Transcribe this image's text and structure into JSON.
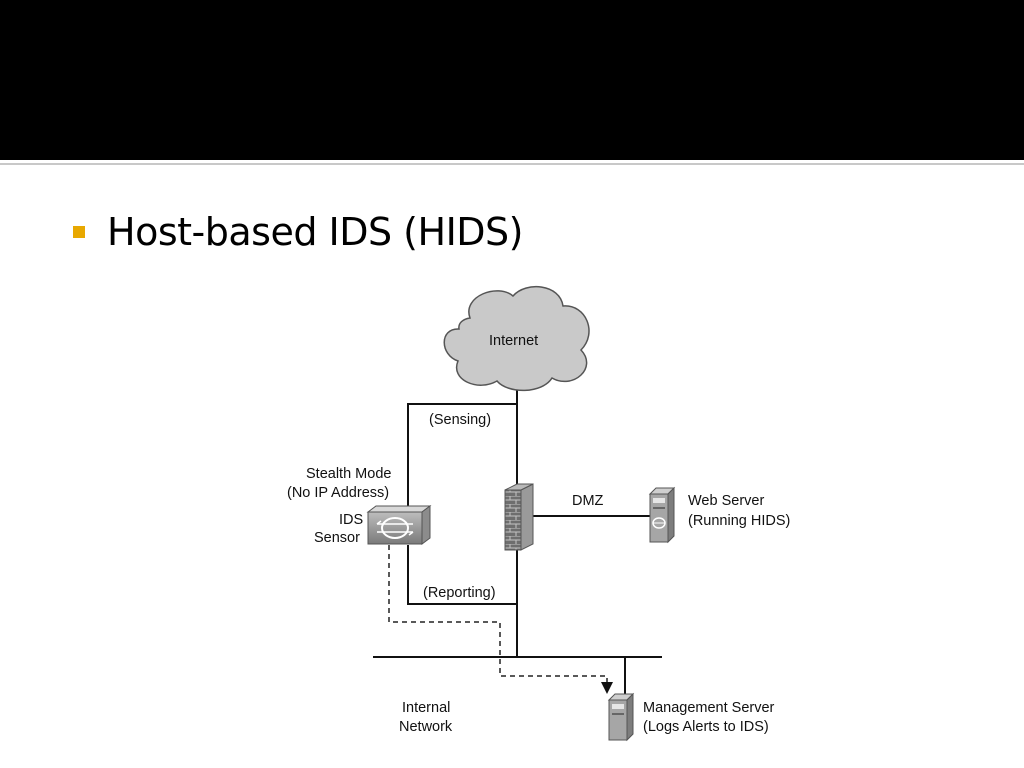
{
  "slide": {
    "bullet": "Host-based IDS (HIDS)",
    "accent_color": "#e8a800",
    "header_color": "#000000"
  },
  "diagram": {
    "internet": "Internet",
    "sensing": "(Sensing)",
    "reporting": "(Reporting)",
    "stealth_line1": "Stealth Mode",
    "stealth_line2": "(No IP Address)",
    "ids_line1": "IDS",
    "ids_line2": "Sensor",
    "dmz": "DMZ",
    "web_line1": "Web Server",
    "web_line2": "(Running HIDS)",
    "internal_line1": "Internal",
    "internal_line2": "Network",
    "mgmt_line1": "Management Server",
    "mgmt_line2": "(Logs Alerts to IDS)",
    "icons": [
      "cloud-icon",
      "ids-sensor-icon",
      "firewall-icon",
      "server-icon"
    ]
  }
}
